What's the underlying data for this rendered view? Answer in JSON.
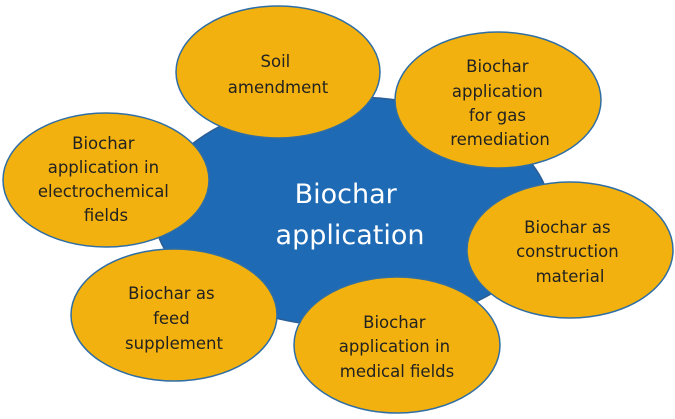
{
  "diagram": {
    "center": {
      "lines": [
        "Biochar",
        "application"
      ]
    },
    "nodes": [
      {
        "id": "soil",
        "lines": [
          "Soil",
          "amendment"
        ]
      },
      {
        "id": "gas",
        "lines": [
          "Biochar",
          "application",
          "for gas",
          "remediation"
        ]
      },
      {
        "id": "construction",
        "lines": [
          "Biochar as",
          "construction",
          "material"
        ]
      },
      {
        "id": "medical",
        "lines": [
          "Biochar",
          "application in",
          "medical fields"
        ]
      },
      {
        "id": "feed",
        "lines": [
          "Biochar as",
          "feed",
          "supplement"
        ]
      },
      {
        "id": "electrochemical",
        "lines": [
          "Biochar",
          "application in",
          "electrochemical",
          "fields"
        ]
      }
    ]
  },
  "colors": {
    "center_fill": "#1f6ab4",
    "center_stroke": "#2a5d95",
    "node_fill": "#f2b10e",
    "node_stroke": "#2f6ea5",
    "node_text": "#222222",
    "center_text": "#ffffff"
  }
}
